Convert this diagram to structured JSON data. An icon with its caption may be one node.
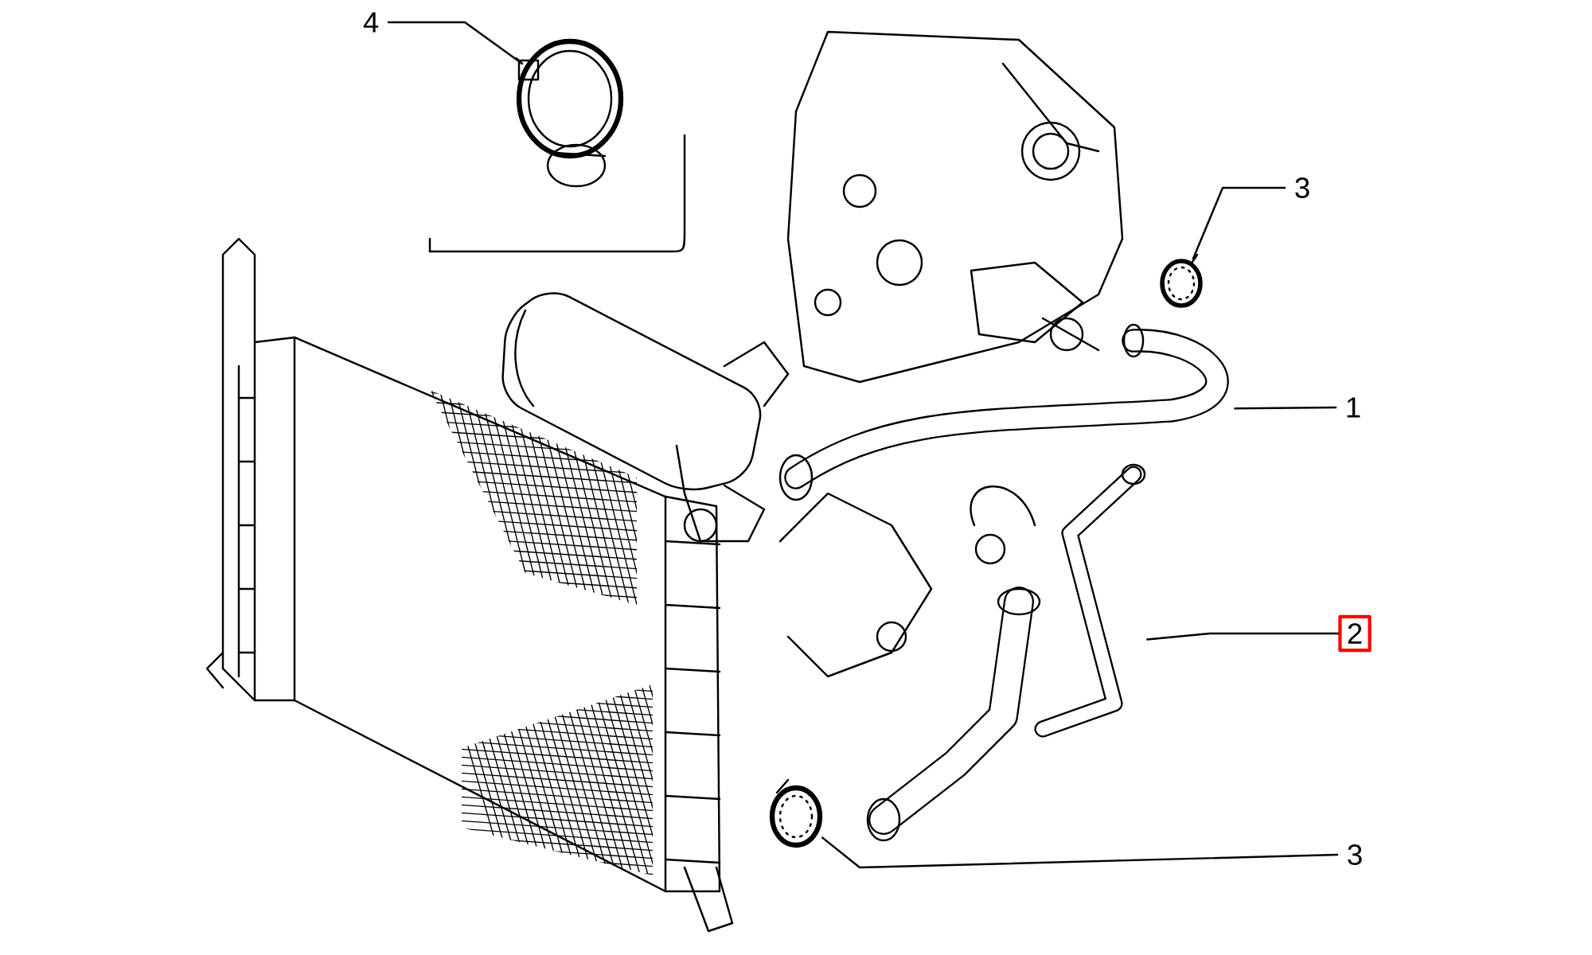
{
  "diagram": {
    "nodes": [
      {
        "text": [
          "4"
        ]
      },
      {
        "text": [],
        "shape": "picture"
      },
      {
        "text": [
          "3"
        ]
      },
      {
        "text": [],
        "shape": "picture"
      },
      {
        "text": [
          "1"
        ]
      },
      {
        "text": [],
        "shape": "picture"
      },
      {
        "text": [
          "2"
        ]
      },
      {
        "text": [],
        "shape": "picture"
      },
      {
        "text": [
          "3"
        ]
      },
      {
        "text": [],
        "shape": "picture"
      }
    ],
    "edges": [
      {
        "from": 0,
        "to": 1,
        "arrow": "none"
      },
      {
        "from": 2,
        "to": 3,
        "arrow": "none"
      },
      {
        "from": 4,
        "to": 5,
        "arrow": "none"
      },
      {
        "from": 6,
        "to": 7,
        "arrow": "none"
      },
      {
        "from": 8,
        "to": 9,
        "arrow": "none"
      }
    ]
  }
}
